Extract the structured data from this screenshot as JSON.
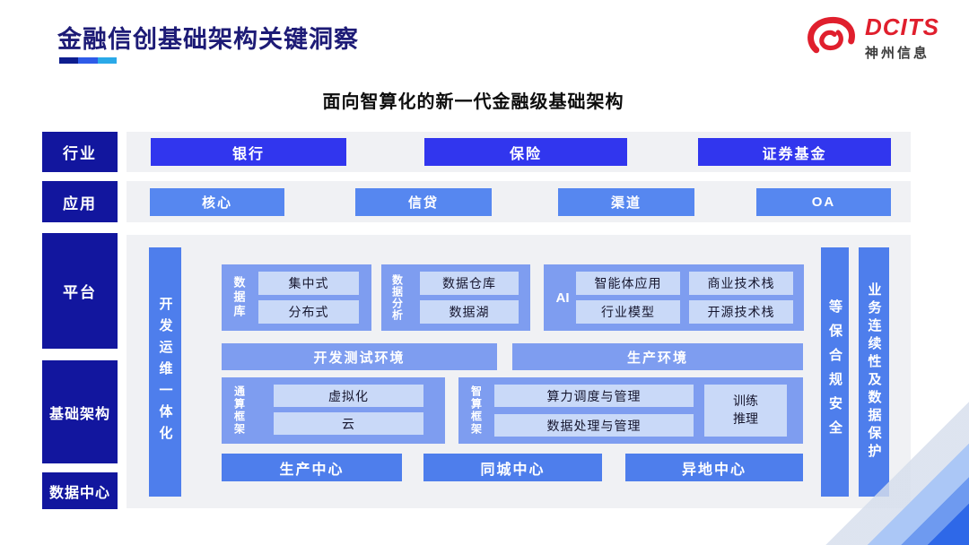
{
  "header": {
    "title": "金融信创基础架构关键洞察",
    "logo": {
      "brand": "DCITS",
      "company": "神州信息"
    }
  },
  "subtitle": "面向智算化的新一代金融级基础架构",
  "colors": {
    "brand_red": "#e01f2d",
    "title_navy": "#1d1b76",
    "layer_navy": "#12169e",
    "industry_blue": "#3136ee",
    "app_blue": "#5687f0",
    "bar_blue": "#4e7eec",
    "group_blue": "#7e9df0",
    "inner_blue": "#c9d9f8",
    "panel_gray": "#f0f1f4",
    "accent_cyan": "#2aa9e8"
  },
  "diagram": {
    "layers": [
      {
        "id": "industry",
        "label": "行业",
        "items": [
          "银行",
          "保险",
          "证券基金"
        ]
      },
      {
        "id": "application",
        "label": "应用",
        "items": [
          "核心",
          "信贷",
          "渠道",
          "OA"
        ]
      },
      {
        "id": "platform",
        "label": "平台"
      },
      {
        "id": "infrastructure",
        "label": "基础架构"
      },
      {
        "id": "datacenter",
        "label": "数据中心"
      }
    ],
    "side_bars": {
      "left": "开发运维一体化",
      "right_inner": "等保合规安全",
      "right_outer": "业务连续性及数据保护"
    },
    "platform_groups": [
      {
        "label": "数据库",
        "items": [
          "集中式",
          "分布式"
        ]
      },
      {
        "label": "数据分析",
        "items": [
          "数据仓库",
          "数据湖"
        ]
      },
      {
        "label": "AI",
        "items": [
          "智能体应用",
          "商业技术栈",
          "行业模型",
          "开源技术栈"
        ]
      }
    ],
    "environments": [
      "开发测试环境",
      "生产环境"
    ],
    "infra_groups": [
      {
        "label": "通算框架",
        "items": [
          "虚拟化",
          "云"
        ]
      },
      {
        "label": "智算框架",
        "items": [
          "算力调度与管理",
          "数据处理与管理"
        ],
        "side_item_lines": [
          "训练",
          "推理"
        ]
      }
    ],
    "datacenters": [
      "生产中心",
      "同城中心",
      "异地中心"
    ]
  }
}
